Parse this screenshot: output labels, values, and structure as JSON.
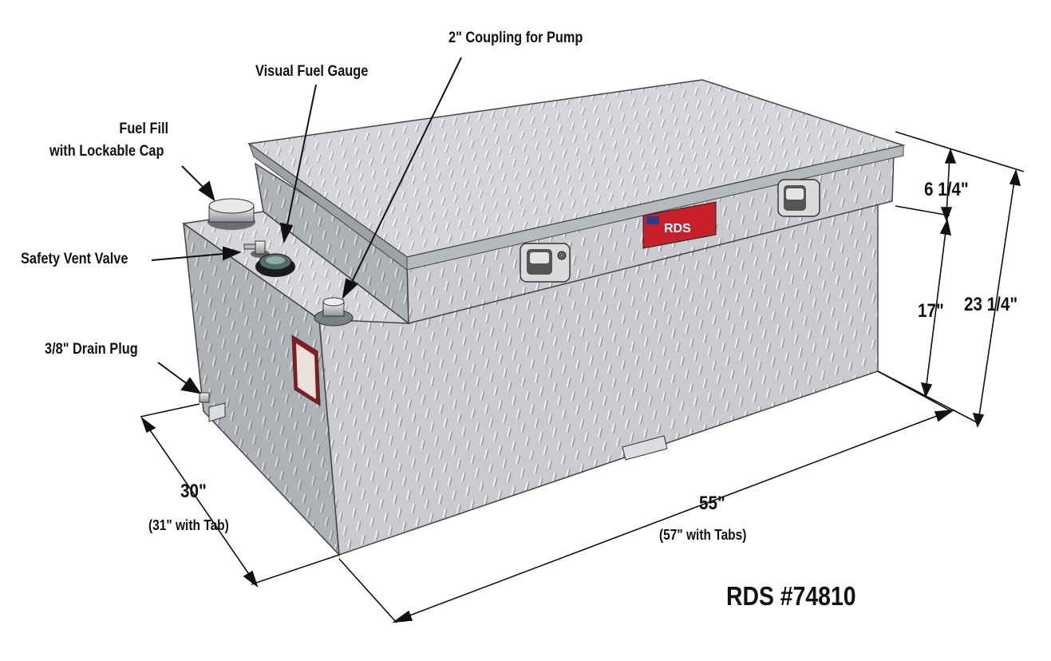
{
  "labels": {
    "fuel_fill": "Fuel Fill",
    "fuel_fill_sub": "with Lockable Cap",
    "visual_gauge": "Visual Fuel Gauge",
    "coupling": "2\" Coupling for Pump",
    "vent_valve": "Safety Vent Valve",
    "drain_plug": "3/8\" Drain Plug"
  },
  "dimensions": {
    "depth": "30\"",
    "depth_sub": "(31\" with Tab)",
    "length": "55\"",
    "length_sub": "(57\" with Tabs)",
    "lid_height": "6 1/4\"",
    "tank_height": "17\"",
    "total_height": "23 1/4\""
  },
  "model": "RDS #74810",
  "brand_plate": "RDS",
  "colors": {
    "aluminum_light": "#d4d6d8",
    "aluminum_mid": "#b8bbbe",
    "aluminum_dark": "#9a9da0",
    "badge_red": "#c8202a",
    "warning_label": "#8b1a1a",
    "ink": "#111111"
  }
}
